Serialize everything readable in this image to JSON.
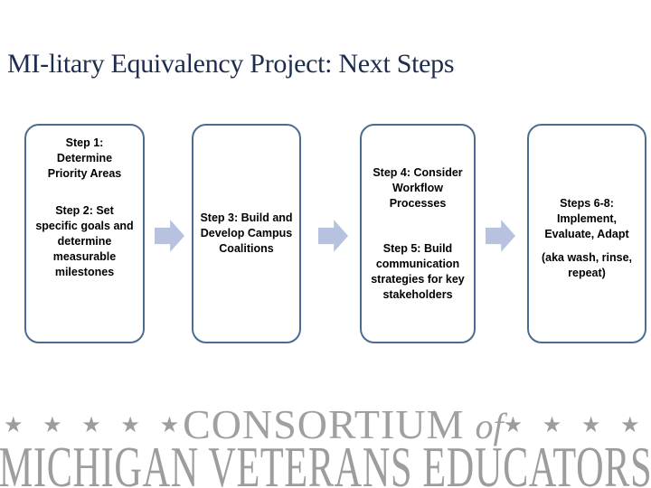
{
  "slide": {
    "title": "MI-litary Equivalency Project: Next Steps",
    "colors": {
      "title_text": "#1e2d4d",
      "box_border": "#4b6c90",
      "box_text": "#000000",
      "arrow_fill": "#b6c2e0",
      "footer_gray": "#9d9d9d",
      "background": "#ffffff"
    },
    "boxes": [
      {
        "paragraphs": [
          "Step 1:\nDetermine\nPriority Areas",
          "Step 2: Set\nspecific goals and\ndetermine\nmeasurable\nmilestones"
        ]
      },
      {
        "paragraphs": [
          "Step 3: Build and\nDevelop Campus\nCoalitions"
        ]
      },
      {
        "paragraphs": [
          "Step 4: Consider\nWorkflow\nProcesses",
          "Step 5: Build\ncommunication\nstrategies for key\nstakeholders"
        ]
      },
      {
        "paragraphs": [
          "Steps 6-8:\nImplement,\nEvaluate, Adapt",
          "(aka wash, rinse,\nrepeat)"
        ]
      }
    ],
    "footer": {
      "stars_left": "★ ★ ★ ★ ★",
      "consortium": "CONSORTIUM",
      "of": "of",
      "stars_right": "★ ★ ★ ★ ★",
      "line2": "MICHIGAN VETERANS EDUCATORS"
    }
  }
}
